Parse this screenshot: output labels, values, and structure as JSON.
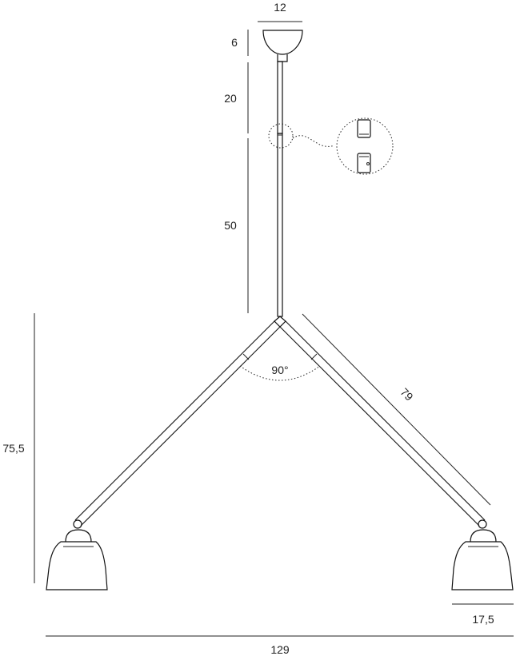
{
  "dimensions": {
    "canopy_width": "12",
    "canopy_height": "6",
    "upper_rod": "20",
    "lower_rod": "50",
    "arm_angle": "90°",
    "arm_length": "79",
    "total_drop": "75,5",
    "shade_width": "17,5",
    "total_width": "129"
  }
}
